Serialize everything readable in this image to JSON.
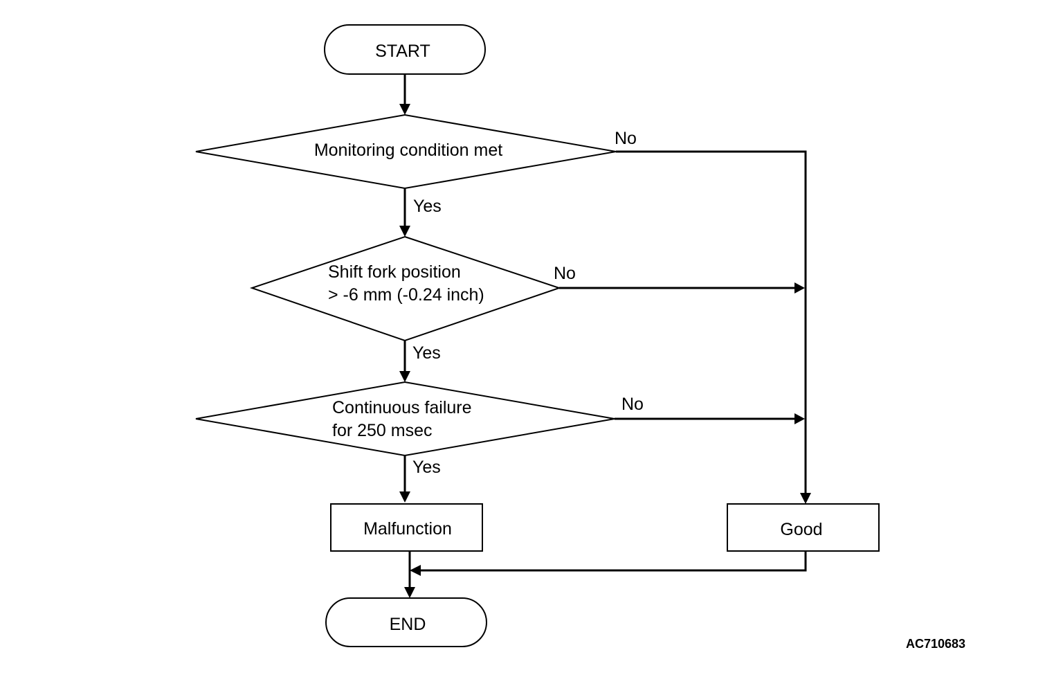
{
  "nodes": {
    "start": "START",
    "monitoring": "Monitoring condition met",
    "shift_fork_line1": "Shift fork position",
    "shift_fork_line2": "> -6 mm (-0.24 inch)",
    "continuous_line1": "Continuous failure",
    "continuous_line2": "for 250 msec",
    "malfunction": "Malfunction",
    "good": "Good",
    "end": "END"
  },
  "branches": {
    "yes": "Yes",
    "no": "No"
  },
  "figure_code": "AC710683"
}
